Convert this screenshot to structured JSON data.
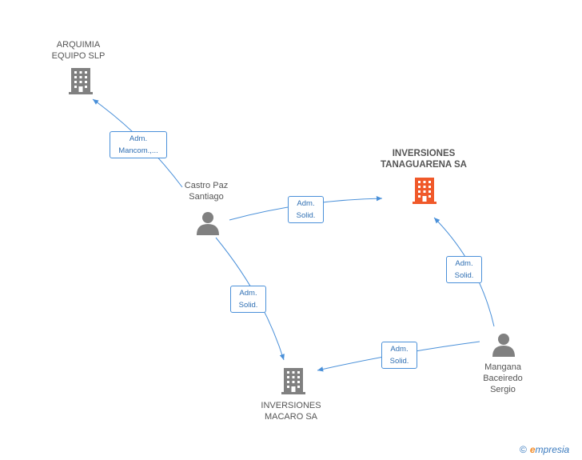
{
  "colors": {
    "edge": "#4a90d9",
    "company": "#808080",
    "company_main": "#f0592a",
    "person": "#808080"
  },
  "nodes": {
    "arquimia": {
      "label": "ARQUIMIA\nEQUIPO SLP",
      "icon": "building-icon"
    },
    "tanaguarena": {
      "label": "INVERSIONES\nTANAGUARENA SA",
      "icon": "building-icon"
    },
    "castro": {
      "label": "Castro Paz\nSantiago",
      "icon": "person-icon"
    },
    "mangana": {
      "label": "Mangana\nBaceiredo\nSergio",
      "icon": "person-icon"
    },
    "macaro": {
      "label": "INVERSIONES\nMACARO SA",
      "icon": "building-icon"
    }
  },
  "edges": [
    {
      "label": "Adm.\nMancom.,...",
      "from": "castro",
      "to": "arquimia"
    },
    {
      "label": "Adm.\nSolid.",
      "from": "castro",
      "to": "tanaguarena"
    },
    {
      "label": "Adm.\nSolid.",
      "from": "castro",
      "to": "macaro"
    },
    {
      "label": "Adm.\nSolid.",
      "from": "mangana",
      "to": "tanaguarena"
    },
    {
      "label": "Adm.\nSolid.",
      "from": "mangana",
      "to": "macaro"
    }
  ],
  "footer": {
    "copyright": "©",
    "brand_initial": "e",
    "brand_rest": "mpresia"
  }
}
